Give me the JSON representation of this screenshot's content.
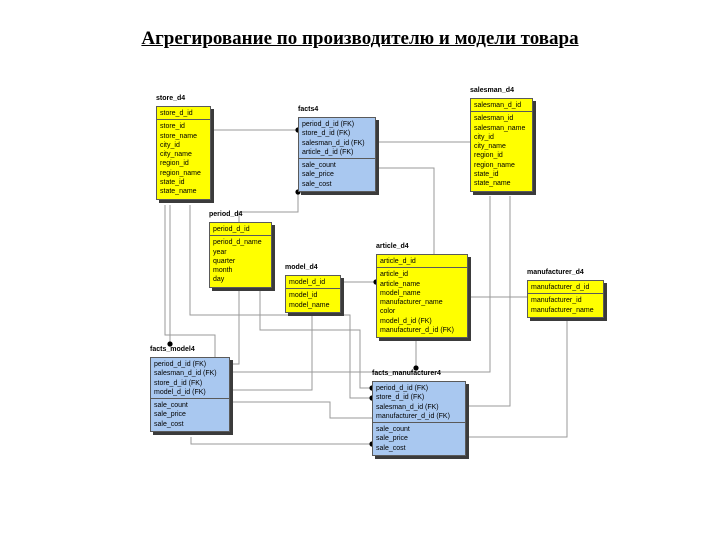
{
  "title": "Агрегирование по производителю и модели товара",
  "entities": {
    "store_d4": {
      "name": "store_d4",
      "keys": [
        "store_d_id"
      ],
      "attrs": [
        "store_id",
        "store_name",
        "city_id",
        "city_name",
        "region_id",
        "region_name",
        "state_id",
        "state_name"
      ]
    },
    "facts4": {
      "name": "facts4",
      "keys": [
        "period_d_id (FK)",
        "store_d_id (FK)",
        "salesman_d_id (FK)",
        "article_d_id (FK)"
      ],
      "attrs": [
        "sale_count",
        "sale_price",
        "sale_cost"
      ]
    },
    "salesman_d4": {
      "name": "salesman_d4",
      "keys": [
        "salesman_d_id"
      ],
      "attrs": [
        "salesman_id",
        "salesman_name",
        "city_id",
        "city_name",
        "region_id",
        "region_name",
        "state_id",
        "state_name"
      ]
    },
    "period_d4": {
      "name": "period_d4",
      "keys": [
        "period_d_id"
      ],
      "attrs": [
        "period_d_name",
        "year",
        "quarter",
        "month",
        "day"
      ]
    },
    "model_d4": {
      "name": "model_d4",
      "keys": [
        "model_d_id"
      ],
      "attrs": [
        "model_id",
        "model_name"
      ]
    },
    "article_d4": {
      "name": "article_d4",
      "keys": [
        "article_d_id"
      ],
      "attrs": [
        "article_id",
        "article_name",
        "model_name",
        "manufacturer_name",
        "color",
        "model_d_id (FK)",
        "manufacturer_d_id (FK)"
      ]
    },
    "manufacturer_d4": {
      "name": "manufacturer_d4",
      "keys": [
        "manufacturer_d_id"
      ],
      "attrs": [
        "manufacturer_id",
        "manufacturer_name"
      ]
    },
    "facts_model4": {
      "name": "facts_model4",
      "keys": [
        "period_d_id (FK)",
        "salesman_d_id (FK)",
        "store_d_id (FK)",
        "model_d_id (FK)"
      ],
      "attrs": [
        "sale_count",
        "sale_price",
        "sale_cost"
      ]
    },
    "facts_manufacturer4": {
      "name": "facts_manufacturer4",
      "keys": [
        "period_d_id (FK)",
        "store_d_id (FK)",
        "salesman_d_id (FK)",
        "manufacturer_d_id (FK)"
      ],
      "attrs": [
        "sale_count",
        "sale_price",
        "sale_cost"
      ]
    }
  },
  "colors": {
    "dimension": "#ffff00",
    "fact": "#a9c8f0",
    "line": "#9a9a9a",
    "border": "#5a5a5a"
  }
}
